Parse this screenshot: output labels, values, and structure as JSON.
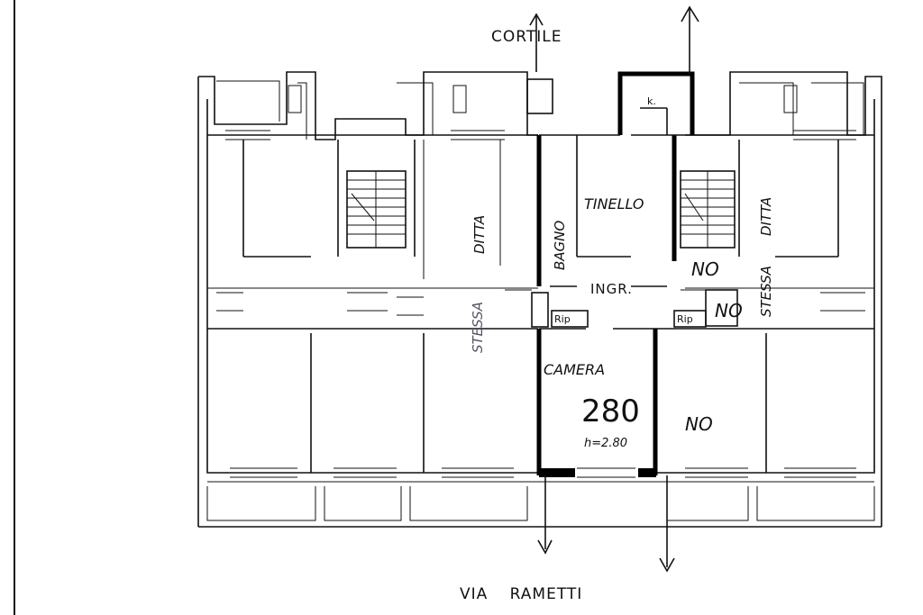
{
  "plan": {
    "labels": {
      "top_street": "CORTILE",
      "bottom_street": "VIA RAMETTI",
      "tinello": "TINELLO",
      "bagno": "BAGNO",
      "ingr": "INGR.",
      "camera": "CAMERA",
      "unit_number": "280",
      "height": "h=2.80",
      "k": "k.",
      "rip_left": "Rip",
      "rip_right": "Rip",
      "ditta_left": "DITTA",
      "stessa_left": "STESSA",
      "ditta_right": "DITTA",
      "stessa_right": "STESSA",
      "no_top": "NO",
      "no_mid": "NO",
      "no_bottom": "NO"
    }
  }
}
